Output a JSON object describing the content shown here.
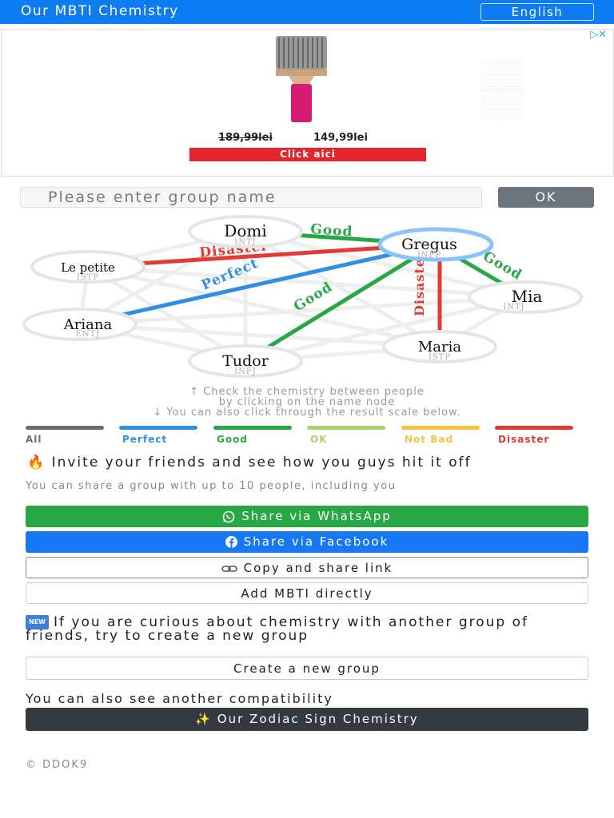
{
  "header": {
    "title": "Our MBTI Chemistry",
    "language_button": "English"
  },
  "ad": {
    "old_price": "189,99lei",
    "new_price": "149,99lei",
    "cta": "Click aici"
  },
  "group": {
    "placeholder": "Please enter group name",
    "ok_label": "OK"
  },
  "graph": {
    "nodes": [
      {
        "id": "domi",
        "name": "Domi",
        "type": "INTJ"
      },
      {
        "id": "gregus",
        "name": "Gregus",
        "type": "INFP"
      },
      {
        "id": "le-petite",
        "name": "Le petite",
        "type": "ISTP"
      },
      {
        "id": "mia",
        "name": "Mia",
        "type": "INTJ"
      },
      {
        "id": "ariana",
        "name": "Ariana",
        "type": "ENTJ"
      },
      {
        "id": "maria",
        "name": "Maria",
        "type": "ISTP"
      },
      {
        "id": "tudor",
        "name": "Tudor",
        "type": "INFJ"
      }
    ],
    "edges": [
      {
        "from": "domi",
        "to": "gregus",
        "result": "Good"
      },
      {
        "from": "le-petite",
        "to": "gregus",
        "result": "Disaster"
      },
      {
        "from": "ariana",
        "to": "gregus",
        "result": "Perfect"
      },
      {
        "from": "tudor",
        "to": "gregus",
        "result": "Good"
      },
      {
        "from": "gregus",
        "to": "mia",
        "result": "Good"
      },
      {
        "from": "gregus",
        "to": "maria",
        "result": "Disaster"
      }
    ]
  },
  "hints": {
    "line1": "↑ Check the chemistry between people",
    "line2": "by clicking on the name node",
    "line3": "↓ You can also click through the result scale below."
  },
  "legend": [
    {
      "label": "All",
      "color": "#6c6c6c"
    },
    {
      "label": "Perfect",
      "color": "#2f8ee5"
    },
    {
      "label": "Good",
      "color": "#28a745"
    },
    {
      "label": "OK",
      "color": "#a9d26b"
    },
    {
      "label": "Not Bad",
      "color": "#f5c242"
    },
    {
      "label": "Disaster",
      "color": "#e53935"
    }
  ],
  "invite": {
    "emoji": "🔥",
    "title": "Invite your friends and see how you guys hit it off",
    "subtitle": "You can share a group with up to 10 people, including you"
  },
  "share": {
    "whatsapp": "Share via WhatsApp",
    "facebook": "Share via Facebook",
    "copy": "Copy and share link",
    "add_mbti": "Add MBTI directly"
  },
  "new_group": {
    "badge": "NEW",
    "text": "If you are curious about chemistry with another group of friends, try to create a new group",
    "button": "Create a new group"
  },
  "other": {
    "text": "You can also see another compatibility",
    "zodiac_button": "✨ Our Zodiac Sign Chemistry"
  },
  "footer": {
    "copyright": "© DDOK9"
  }
}
